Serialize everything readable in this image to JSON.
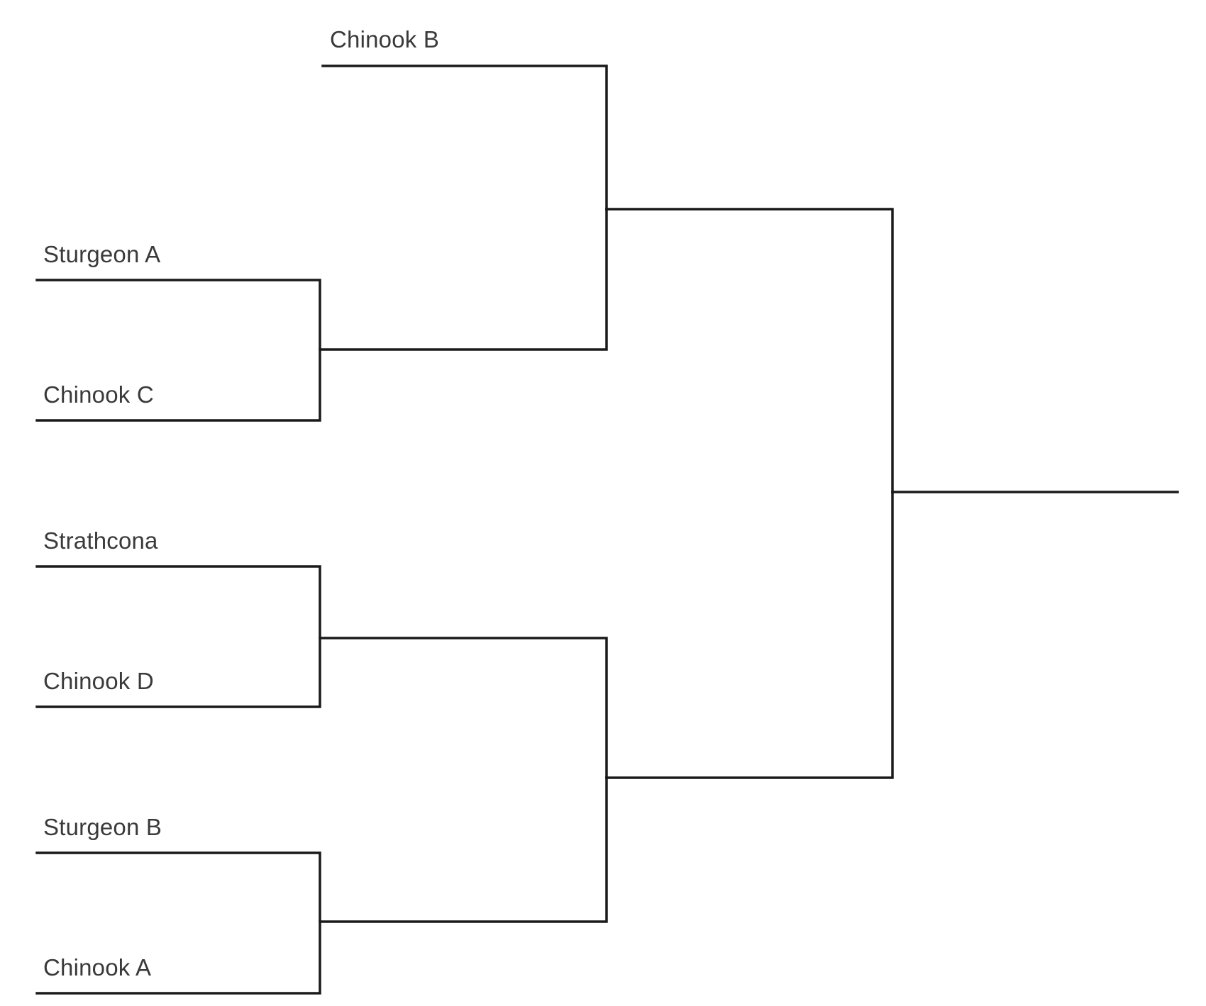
{
  "diagram": {
    "type": "single-elimination-bracket",
    "line_color": "#1a1a1a",
    "text_color": "#3a3a3a",
    "teams": [
      "Chinook B",
      "Sturgeon A",
      "Chinook C",
      "Strathcona",
      "Chinook D",
      "Sturgeon B",
      "Chinook A"
    ],
    "rounds": [
      {
        "matches": [
          {
            "top": "Sturgeon A",
            "bottom": "Chinook C"
          },
          {
            "top": "Strathcona",
            "bottom": "Chinook D"
          },
          {
            "top": "Sturgeon B",
            "bottom": "Chinook A"
          }
        ]
      },
      {
        "matches": [
          {
            "top": "Chinook B",
            "bottom": ""
          },
          {
            "top": "",
            "bottom": ""
          }
        ]
      },
      {
        "matches": [
          {
            "top": "",
            "bottom": ""
          }
        ]
      }
    ],
    "champion": ""
  }
}
